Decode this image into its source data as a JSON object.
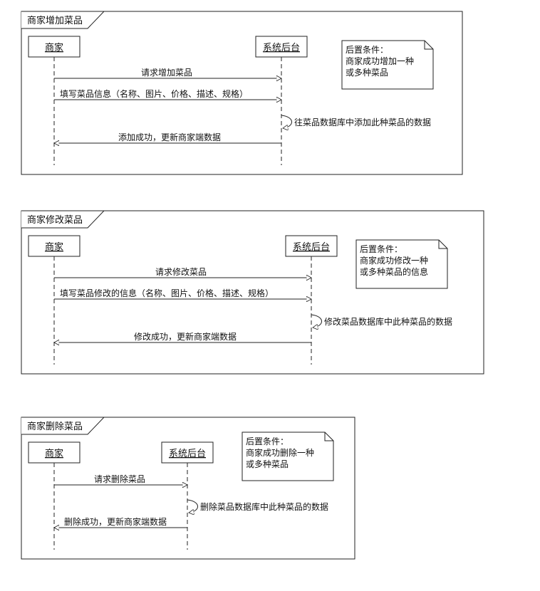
{
  "diagrams": [
    {
      "title": "商家增加菜品",
      "actor": "商家",
      "system": "系统后台",
      "note_lines": [
        "后置条件：",
        "商家成功增加一种",
        "或多种菜品"
      ],
      "messages": [
        {
          "text": "请求增加菜品"
        },
        {
          "text": "填写菜品信息（名称、图片、价格、描述、规格）"
        },
        {
          "text": "往菜品数据库中添加此种菜品的数据"
        },
        {
          "text": "添加成功，更新商家端数据"
        }
      ]
    },
    {
      "title": "商家修改菜品",
      "actor": "商家",
      "system": "系统后台",
      "note_lines": [
        "后置条件：",
        "商家成功修改一种",
        "或多种菜品的信息"
      ],
      "messages": [
        {
          "text": "请求修改菜品"
        },
        {
          "text": "填写菜品修改的信息（名称、图片、价格、描述、规格）"
        },
        {
          "text": "修改菜品数据库中此种菜品的数据"
        },
        {
          "text": "修改成功，更新商家端数据"
        }
      ]
    },
    {
      "title": "商家删除菜品",
      "actor": "商家",
      "system": "系统后台",
      "note_lines": [
        "后置条件：",
        "商家成功删除一种",
        "或多种菜品"
      ],
      "messages": [
        {
          "text": "请求删除菜品"
        },
        {
          "text": "删除菜品数据库中此种菜品的数据"
        },
        {
          "text": "删除成功，更新商家端数据"
        }
      ]
    }
  ]
}
